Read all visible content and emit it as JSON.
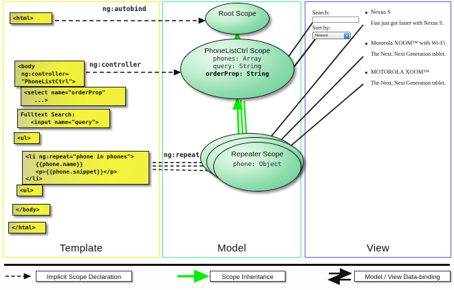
{
  "panels": {
    "template": {
      "label": "Template",
      "border_color": "#f2f21f"
    },
    "model": {
      "label": "Model",
      "border_color": "#3ee9a0"
    },
    "view": {
      "label": "View",
      "border_color": "#6f4fdb"
    }
  },
  "template_boxes": [
    {
      "id": "html-open",
      "text": "<html>"
    },
    {
      "id": "body-open",
      "text": "<body\n ng:controller=\n \"PhoneListCtrl\">"
    },
    {
      "id": "select-tag",
      "text": "<select name=\"orderProp\"\n   ...>"
    },
    {
      "id": "fulltext",
      "text": "Fulltext Search:\n   <input name=\"query\">"
    },
    {
      "id": "ul-open",
      "text": "<ul>"
    },
    {
      "id": "li-repeat",
      "text": "<li ng:repeat=\"phone in phones\">\n   {{phone.name}}\n   <p>{{phone.snippet}}</p>\n</li>"
    },
    {
      "id": "ul-close",
      "text": "<ul>"
    },
    {
      "id": "body-close",
      "text": "</body>"
    },
    {
      "id": "html-close",
      "text": "</html>"
    }
  ],
  "scopes": [
    {
      "id": "root-scope",
      "title": "Root\nScope",
      "props": []
    },
    {
      "id": "phonelistctrl-scope",
      "title": "PhoneListCtrl\nScope",
      "props": [
        {
          "text": "phones: Array",
          "bold": false
        },
        {
          "text": "query: String",
          "bold": false
        },
        {
          "text": "orderProp: String",
          "bold": true
        }
      ]
    },
    {
      "id": "repeater-scope",
      "title": "Repeater\nScope",
      "props": [
        {
          "text": "phone: Object",
          "bold": false
        }
      ]
    }
  ],
  "connector_labels": [
    {
      "id": "ng-autobind",
      "text": "ng:autobind"
    },
    {
      "id": "ng-controller",
      "text": "ng:controller"
    },
    {
      "id": "ng-repeat",
      "text": "ng:repeat"
    }
  ],
  "view": {
    "search_label": "Search:",
    "search_value": "",
    "sort_label": "Sort by:",
    "sort_selected": "Newest",
    "phones": [
      {
        "name": "Nexus S",
        "snippet": "Fast just got faster with Nexus S."
      },
      {
        "name": "Motorola XOOM™ with Wi-Fi",
        "snippet": "The Next, Next Generation tablet."
      },
      {
        "name": "MOTOROLA XOOM™",
        "snippet": "The Next, Next Generation tablet."
      }
    ]
  },
  "legend": [
    {
      "id": "implicit-scope-declaration",
      "text": "Implicit Scope Declaration",
      "style": "dashed-arrow",
      "color": "#111111"
    },
    {
      "id": "scope-inheritance",
      "text": "Scope Inheritance",
      "style": "solid-arrow",
      "color": "#00ee00"
    },
    {
      "id": "model-view-data-binding",
      "text": "Model / View Data-binding",
      "style": "double-arrow",
      "color": "#111111"
    }
  ],
  "colors": {
    "code_box_fill": "#f2f23a",
    "scope_fill": "#8edcae",
    "inheritance_green": "#00ee00",
    "template_border": "#f2f21f",
    "model_border": "#3ee9a0",
    "view_border": "#6f4fdb"
  }
}
